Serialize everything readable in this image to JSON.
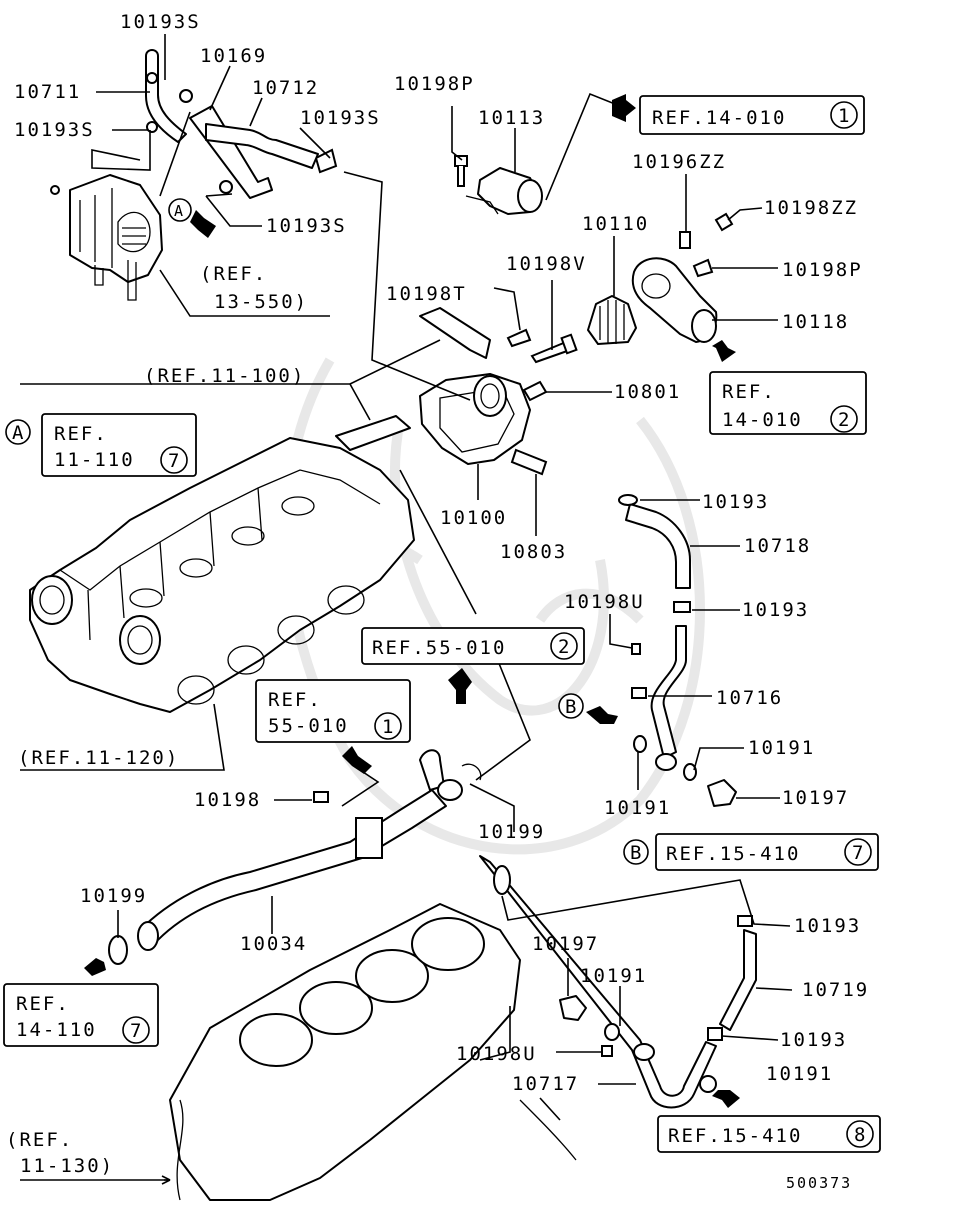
{
  "part_labels": {
    "p10193S_top": "10193S",
    "p10169": "10169",
    "p10711": "10711",
    "p10712": "10712",
    "p10193S_left": "10193S",
    "p10193S_right": "10193S",
    "p10193S_mid": "10193S",
    "p10198P_top": "10198P",
    "p10113": "10113",
    "p10196ZZ": "10196ZZ",
    "p10198ZZ": "10198ZZ",
    "p10110": "10110",
    "p10198V": "10198V",
    "p10198P_right": "10198P",
    "p10198T": "10198T",
    "p10118": "10118",
    "p10801": "10801",
    "p10100": "10100",
    "p10803": "10803",
    "p10193_a": "10193",
    "p10718": "10718",
    "p10198U_a": "10198U",
    "p10193_b": "10193",
    "p10716": "10716",
    "p10191_a": "10191",
    "p10191_b": "10191",
    "p10197_a": "10197",
    "p10198": "10198",
    "p10199_a": "10199",
    "p10199_b": "10199",
    "p10034": "10034",
    "p10193_c": "10193",
    "p10197_b": "10197",
    "p10191_c": "10191",
    "p10719": "10719",
    "p10193_d": "10193",
    "p10198U_b": "10198U",
    "p10717": "10717",
    "p10191_d": "10191"
  },
  "refs": {
    "ref_14_010_1": {
      "text": "REF.14-010",
      "num": "1"
    },
    "ref_14_010_2": {
      "line1": "REF.",
      "line2": "14-010",
      "num": "2"
    },
    "ref_13_550": {
      "line1": "(REF.",
      "line2": "13-550)"
    },
    "ref_11_100": "(REF.11-100)",
    "ref_11_110_7": {
      "line1": "REF.",
      "line2": "11-110",
      "num": "7"
    },
    "ref_55_010_2": {
      "text": "REF.55-010",
      "num": "2"
    },
    "ref_55_010_1": {
      "line1": "REF.",
      "line2": "55-010",
      "num": "1"
    },
    "ref_11_120": "(REF.11-120)",
    "ref_15_410_7": {
      "text": "REF.15-410",
      "num": "7"
    },
    "ref_14_110_7": {
      "line1": "REF.",
      "line2": "14-110",
      "num": "7"
    },
    "ref_11_130": {
      "line1": "(REF.",
      "line2": "11-130)"
    },
    "ref_15_410_8": {
      "text": "REF.15-410",
      "num": "8"
    }
  },
  "markers": {
    "a_upper": "A",
    "a_left": "A",
    "b_mid": "B",
    "b_ref": "B"
  },
  "diagram_number": "500373"
}
